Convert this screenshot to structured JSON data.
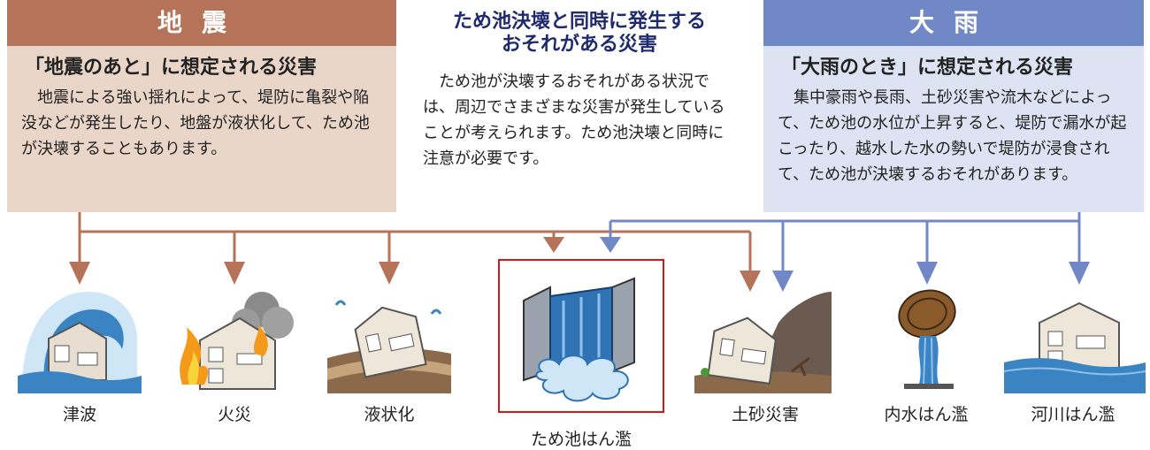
{
  "earthquake": {
    "header": "地震",
    "subtitle": "「地震のあと」に想定される災害",
    "body": "地震による強い揺れによって、堤防に亀裂や陥没などが発生したり、地盤が液状化して、ため池が決壊することもあります。"
  },
  "center": {
    "title_line1": "ため池決壊と同時に発生する",
    "title_line2": "おそれがある災害",
    "body": "ため池が決壊するおそれがある状況では、周辺でさまざまな災害が発生していることが考えられます。ため池決壊と同時に注意が必要です。"
  },
  "heavy_rain": {
    "header": "大雨",
    "subtitle": "「大雨のとき」に想定される災害",
    "body": "集中豪雨や長雨、土砂災害や流木などによって、ため池の水位が上昇すると、堤防で漏水が起こったり、越水した水の勢いで堤防が浸食されて、ため池が決壊するおそれがあります。"
  },
  "disasters": [
    {
      "label": "津波",
      "icon": "tsunami-house-icon"
    },
    {
      "label": "火災",
      "icon": "fire-house-icon"
    },
    {
      "label": "液状化",
      "icon": "liquefaction-house-icon"
    },
    {
      "label": "ため池はん濫",
      "icon": "dam-overflow-icon"
    },
    {
      "label": "土砂災害",
      "icon": "landslide-house-icon"
    },
    {
      "label": "内水はん濫",
      "icon": "manhole-flood-icon"
    },
    {
      "label": "河川はん濫",
      "icon": "river-flood-house-icon"
    }
  ],
  "colors": {
    "earthquake_accent": "#b5735a",
    "earthquake_bg": "#ead6c9",
    "rain_accent": "#7089c6",
    "rain_bg": "#dde3f2",
    "center_title": "#1f2a6e",
    "highlight_border": "#d6171b"
  }
}
